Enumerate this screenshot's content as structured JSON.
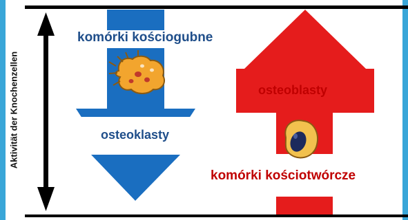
{
  "axis_label": "Aktivität der Knochenzellen",
  "left_arrow": {
    "top_label": "komórki kościogubne",
    "inner_label": "osteoklasty",
    "color": "#1a6ec0",
    "text_color": "#1f4e8a",
    "icon": "osteoclast-cell-icon"
  },
  "right_arrow": {
    "top_label": "osteoblasty",
    "bottom_label": "komórki kościotwórcze",
    "color": "#e51c1c",
    "text_color": "#c00000",
    "icon": "osteoblast-cell-icon"
  },
  "colors": {
    "border_left": "#39a6d8",
    "frame_line": "#000000",
    "background": "#ffffff"
  }
}
